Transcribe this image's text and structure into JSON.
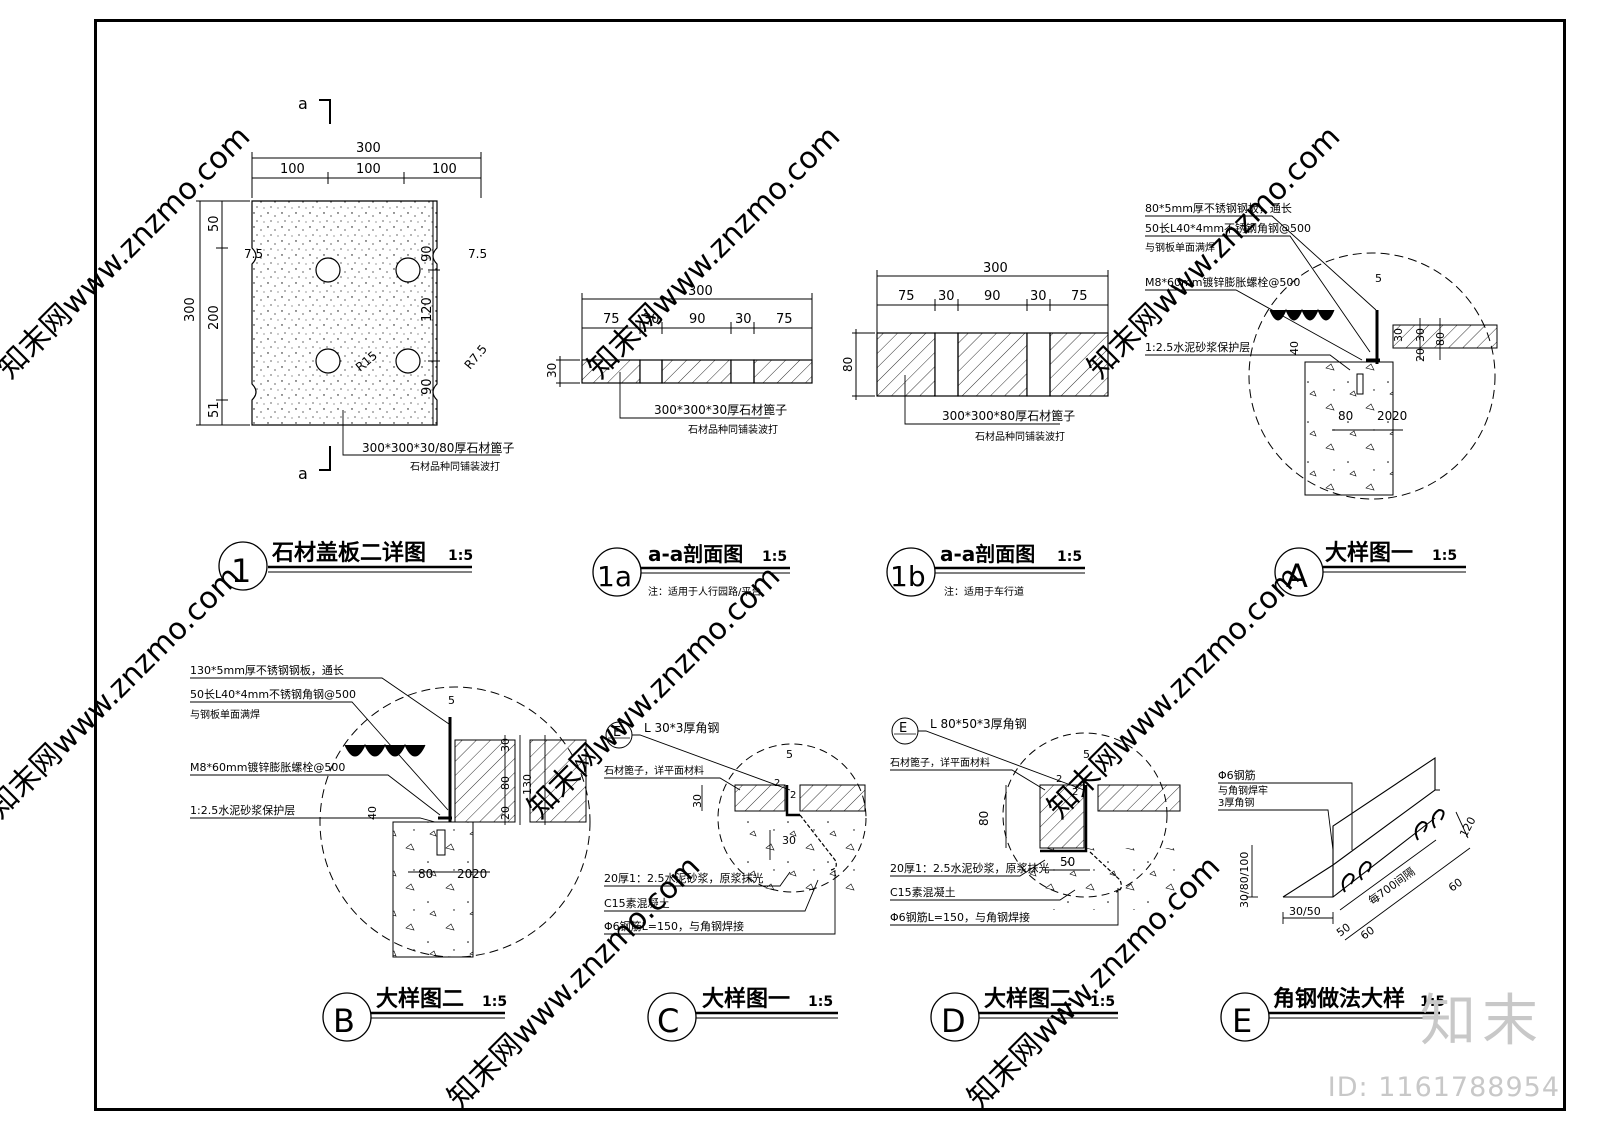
{
  "sheet": {
    "details": {
      "d1": {
        "number": "1",
        "title": "石材盖板二详图",
        "scale": "1:5",
        "section_mark": "a",
        "dims_top_total": "300",
        "dims_top": [
          "100",
          "100",
          "100"
        ],
        "dim_left_total": "300",
        "dims_left": [
          "50",
          "200",
          "51"
        ],
        "dims_right": [
          "90",
          "120",
          "90"
        ],
        "dim_notch": "7.5",
        "radius_hole": "R15",
        "radius_notch": "R7.5",
        "note_line1": "300*300*30/80厚石材篦子",
        "note_line2": "石材品种同铺装波打"
      },
      "d1a": {
        "number": "1a",
        "title": "a-a剖面图",
        "scale": "1:5",
        "note": "注：适用于人行园路/平台",
        "dim_total": "300",
        "dims": [
          "75",
          "30",
          "90",
          "30",
          "75"
        ],
        "dim_height": "30",
        "label_line1": "300*300*30厚石材篦子",
        "label_line2": "石材品种同铺装波打"
      },
      "d1b": {
        "number": "1b",
        "title": "a-a剖面图",
        "scale": "1:5",
        "note": "注：适用于车行道",
        "dim_total": "300",
        "dims": [
          "75",
          "30",
          "90",
          "30",
          "75"
        ],
        "dim_height": "80",
        "label_line1": "300*300*80厚石材篦子",
        "label_line2": "石材品种同铺装波打"
      },
      "dA": {
        "number": "A",
        "title": "大样图一",
        "scale": "1:5",
        "labels": [
          "80*5mm厚不锈钢钢板，通长",
          "50长L40*4mm不锈钢角钢@500",
          "与钢板单面满焊",
          "M8*60mm镀锌膨胀螺栓@500",
          "1:2.5水泥砂浆保护层"
        ],
        "dims": [
          "5",
          "30",
          "80",
          "20",
          "30",
          "40",
          "80",
          "20",
          "20"
        ]
      },
      "dB": {
        "number": "B",
        "title": "大样图二",
        "scale": "1:5",
        "labels": [
          "130*5mm厚不锈钢钢板，通长",
          "50长L40*4mm不锈钢角钢@500",
          "与钢板单面满焊",
          "M8*60mm镀锌膨胀螺栓@500",
          "1:2.5水泥砂浆保护层"
        ],
        "dims": [
          "5",
          "30",
          "80",
          "130",
          "20",
          "40",
          "80",
          "20",
          "20"
        ]
      },
      "dC": {
        "number": "C",
        "title": "大样图一",
        "scale": "1:5",
        "ref_mark": "E",
        "labels": [
          "L 30*3厚角钢",
          "石材篦子，详平面材料",
          "20厚1：2.5水泥砂浆，原浆抹光",
          "C15素混凝土",
          "Φ6钢筋L=150，与角钢焊接"
        ],
        "dims": [
          "5",
          "2",
          "2",
          "30",
          "30"
        ]
      },
      "dD": {
        "number": "D",
        "title": "大样图二",
        "scale": "1:5",
        "ref_mark": "E",
        "labels": [
          "L 80*50*3厚角钢",
          "石材篦子，详平面材料",
          "20厚1：2.5水泥砂浆，原浆抹光",
          "C15素混凝土",
          "Φ6钢筋L=150，与角钢焊接"
        ],
        "dims": [
          "5",
          "2",
          "2",
          "80",
          "50"
        ]
      },
      "dE": {
        "number": "E",
        "title": "角钢做法大样",
        "scale": "1:5",
        "labels": [
          "Φ6钢筋",
          "与角钢焊牢",
          "3厚角钢"
        ],
        "dims": [
          "30/80/100",
          "30/50",
          "50",
          "60",
          "每700间隔",
          "60",
          "120"
        ]
      }
    },
    "watermark": "知末网www.znzmo.com",
    "brand": "知末",
    "drawing_id": "ID: 1161788954"
  }
}
